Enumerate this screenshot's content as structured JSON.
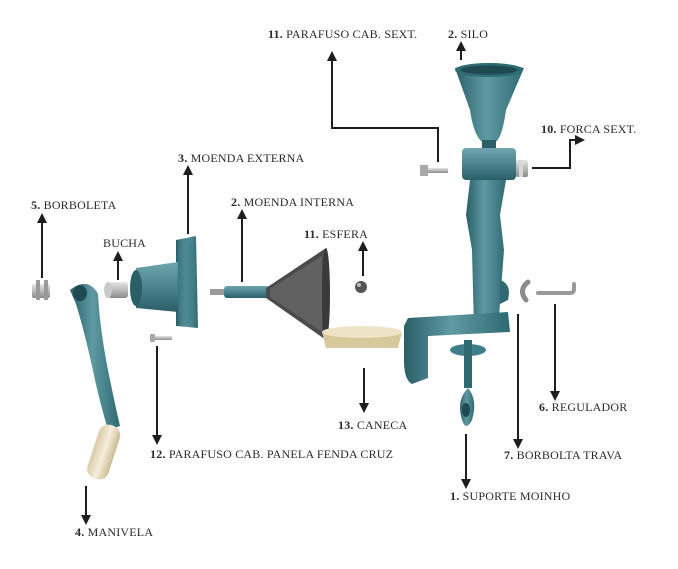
{
  "diagram": {
    "colors": {
      "metal": "#3f7f89",
      "metal_dark": "#2b5f68",
      "metal_light": "#6fa6ae",
      "arrow": "#1e1e1e",
      "handle": "#efe3c6",
      "tray": "#e9dcb6",
      "steel": "#b9b9b9"
    },
    "labels": {
      "parafuso_sext": {
        "num": "11.",
        "text": "PARAFUSO CAB. SEXT."
      },
      "silo": {
        "num": "2.",
        "text": "SILO"
      },
      "forca_sext": {
        "num": "10.",
        "text": "FORCA SEXT."
      },
      "moenda_externa": {
        "num": "3.",
        "text": "MOENDA EXTERNA"
      },
      "moenda_interna": {
        "num": "2.",
        "text": "MOENDA INTERNA"
      },
      "borboleta": {
        "num": "5.",
        "text": "BORBOLETA"
      },
      "bucha": {
        "num": "",
        "text": "BUCHA"
      },
      "esfera": {
        "num": "11.",
        "text": "ESFERA"
      },
      "regulador": {
        "num": "6.",
        "text": "REGULADOR"
      },
      "caneca": {
        "num": "13.",
        "text": "CANECA"
      },
      "parafuso_panela": {
        "num": "12.",
        "text": "PARAFUSO CAB. PANELA FENDA CRUZ"
      },
      "borbolta_trava": {
        "num": "7.",
        "text": "BORBOLTA TRAVA"
      },
      "suporte_moinho": {
        "num": "1.",
        "text": "SUPORTE MOINHO"
      },
      "manivela": {
        "num": "4.",
        "text": "MANIVELA"
      }
    }
  }
}
